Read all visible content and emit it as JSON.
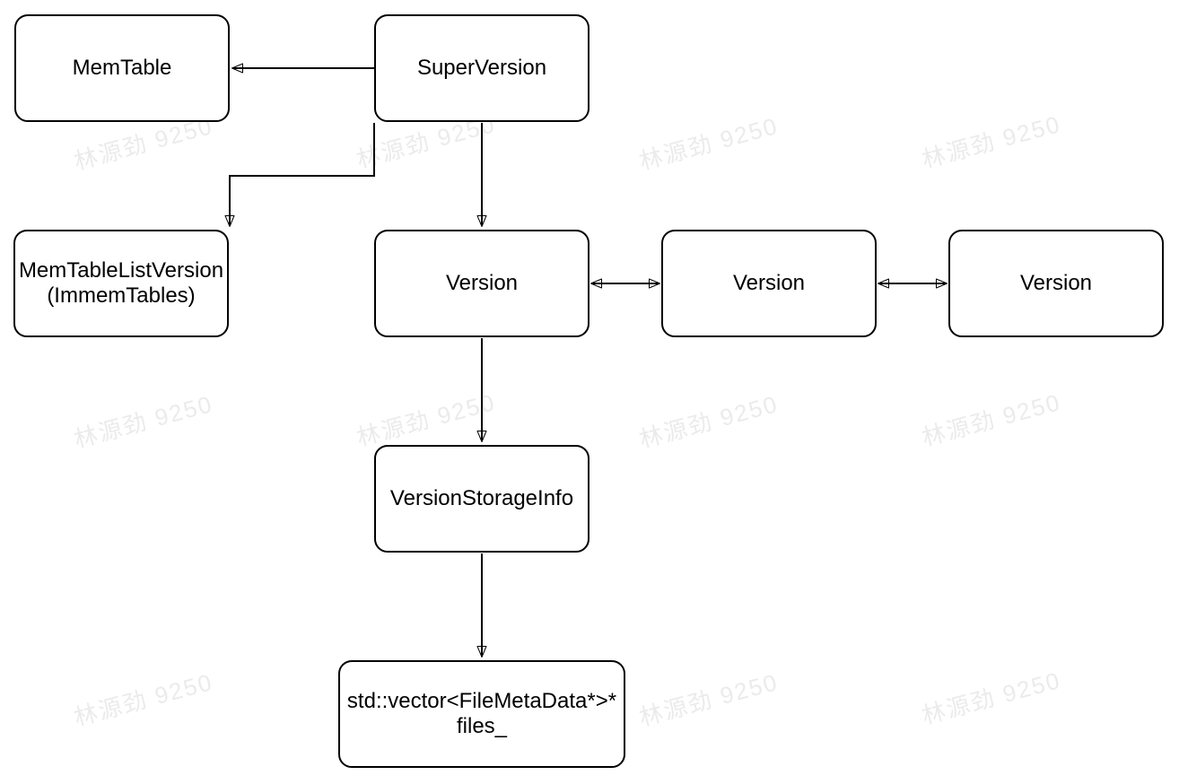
{
  "watermark": {
    "text": "林源劲 9250",
    "color": "#ebebeb"
  },
  "diagram": {
    "background_color": "#ffffff",
    "line_color": "#000000",
    "nodes": {
      "memtable": {
        "label": "MemTable"
      },
      "superversion": {
        "label": "SuperVersion"
      },
      "memtable_list_version": {
        "line1": "MemTableListVersion",
        "line2": "(ImmemTables)"
      },
      "version_1": {
        "label": "Version"
      },
      "version_2": {
        "label": "Version"
      },
      "version_3": {
        "label": "Version"
      },
      "version_storage_info": {
        "label": "VersionStorageInfo"
      },
      "files_vector": {
        "line1": "std::vector<FileMetaData*>*",
        "line2": "files_"
      }
    },
    "edges": [
      {
        "from": "superversion",
        "to": "memtable",
        "style": "arrow"
      },
      {
        "from": "superversion",
        "to": "memtable_list_version",
        "style": "arrow-orthogonal"
      },
      {
        "from": "superversion",
        "to": "version_1",
        "style": "arrow"
      },
      {
        "from": "version_1",
        "to": "version_2",
        "style": "double-arrow"
      },
      {
        "from": "version_2",
        "to": "version_3",
        "style": "double-arrow"
      },
      {
        "from": "version_1",
        "to": "version_storage_info",
        "style": "arrow"
      },
      {
        "from": "version_storage_info",
        "to": "files_vector",
        "style": "arrow"
      }
    ]
  }
}
